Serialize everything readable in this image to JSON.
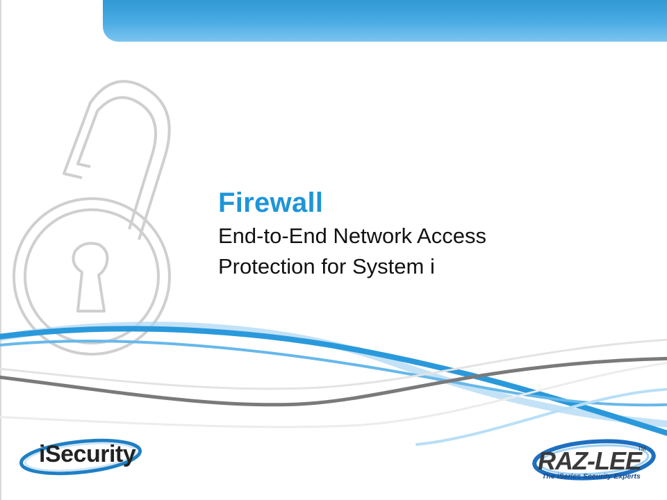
{
  "slide": {
    "title": "Firewall",
    "subtitle_line1": "End-to-End Network Access",
    "subtitle_line2": "Protection for System i"
  },
  "logos": {
    "isecurity": {
      "text": "iSecurity"
    },
    "razlee": {
      "text": "RAZ-LEE",
      "trademark": "TM",
      "tagline": "The iSeries Security Experts"
    }
  },
  "decor": {
    "icon": "open-padlock-outline",
    "colors": {
      "accent_blue": "#1e95d8",
      "light_blue": "#8ccaf0",
      "gray_wave": "#7a7a7a",
      "padlock_stroke": "#cfcfcf"
    }
  }
}
